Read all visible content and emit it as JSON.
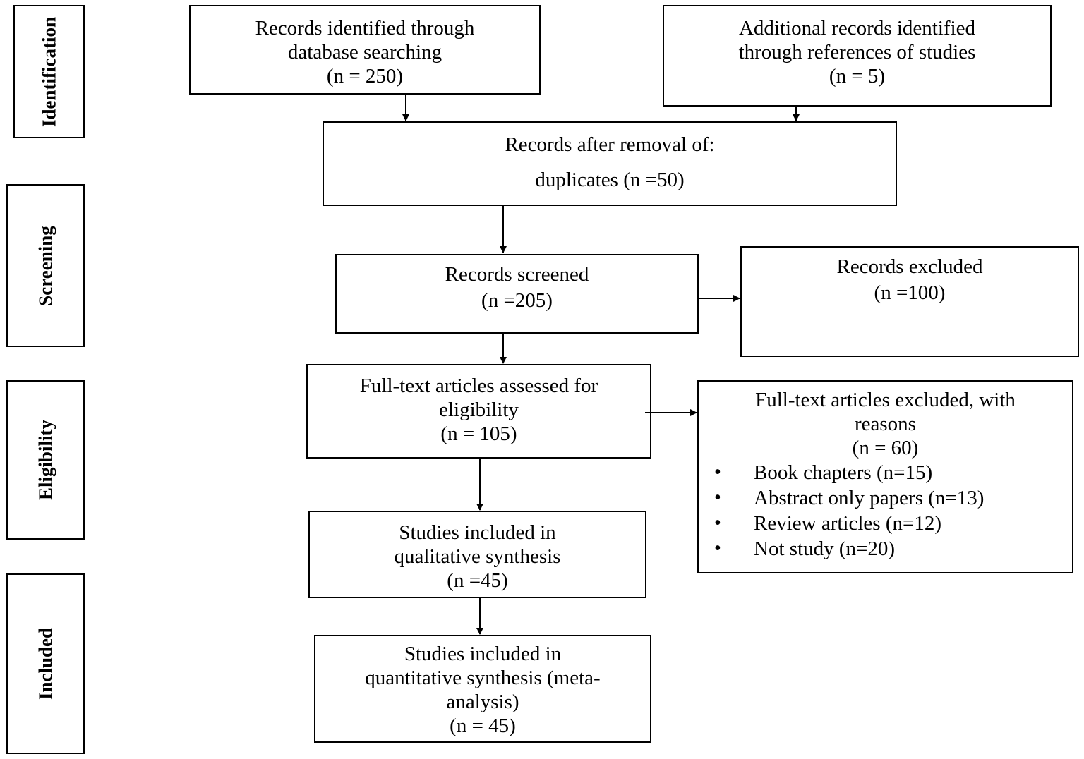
{
  "stages": {
    "identification": "Identification",
    "screening": "Screening",
    "eligibility": "Eligibility",
    "included": "Included"
  },
  "boxes": {
    "database": {
      "line1": "Records identified through",
      "line2": "database searching",
      "count": "(n = 250)"
    },
    "additional": {
      "line1": "Additional records identified",
      "line2": "through references of studies",
      "count": "(n = 5)"
    },
    "after_removal": {
      "line1": "Records after removal of:",
      "line2": "duplicates (n =50)"
    },
    "screened": {
      "line1": "Records screened",
      "count": "(n =205)"
    },
    "excluded": {
      "line1": "Records excluded",
      "count": "(n =100)"
    },
    "fulltext": {
      "line1": "Full-text articles assessed  for",
      "line2": "eligibility",
      "count": "(n = 105)"
    },
    "fulltext_excluded": {
      "line1": "Full-text articles excluded, with",
      "line2": "reasons",
      "count": "(n = 60)",
      "reasons": [
        "Book chapters (n=15)",
        "Abstract only papers (n=13)",
        "Review articles (n=12)",
        "Not study (n=20)"
      ]
    },
    "qualitative": {
      "line1": "Studies included in",
      "line2": "qualitative synthesis",
      "count": "(n =45)"
    },
    "quantitative": {
      "line1": "Studies included in",
      "line2": "quantitative synthesis (meta-",
      "line3": "analysis)",
      "count": "(n = 45)"
    }
  }
}
